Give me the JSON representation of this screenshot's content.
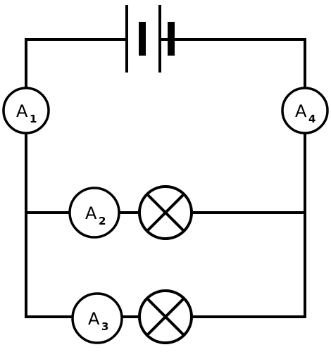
{
  "ammeters": [
    {
      "letter": "A",
      "sub": "1"
    },
    {
      "letter": "A",
      "sub": "2"
    },
    {
      "letter": "A",
      "sub": "3"
    },
    {
      "letter": "A",
      "sub": "4"
    }
  ]
}
